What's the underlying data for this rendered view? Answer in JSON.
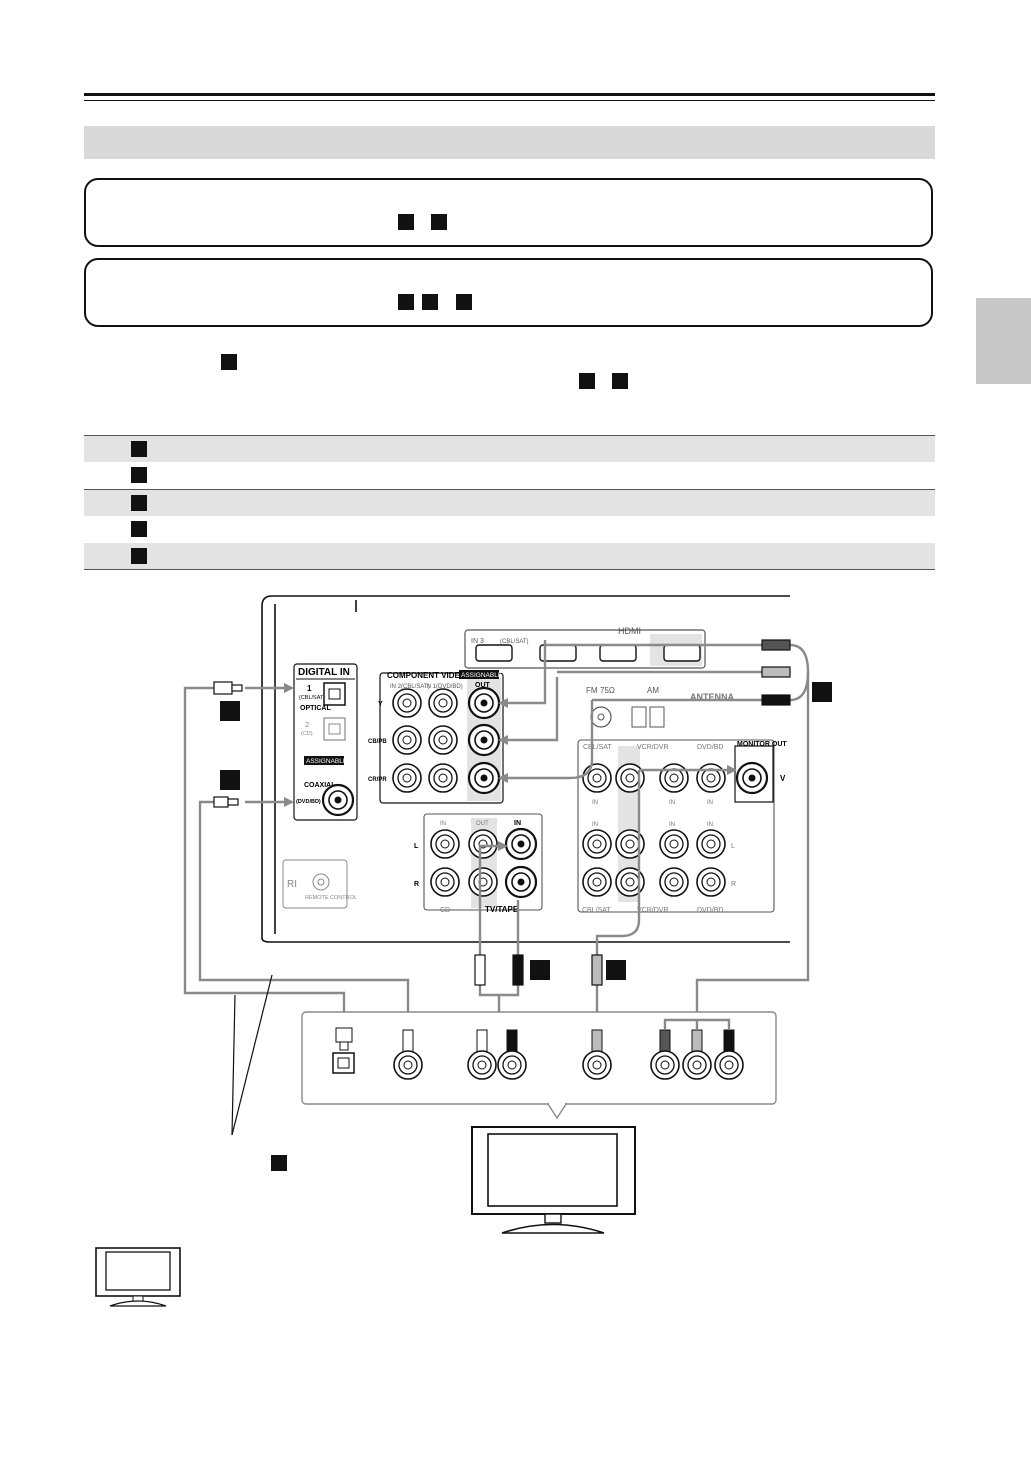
{
  "panel": {
    "digital_in": "DIGITAL IN",
    "optical_1": "1",
    "optical_1_sub": "(CBL/SAT)",
    "optical": "OPTICAL",
    "optical_2": "2",
    "optical_2_sub": "(CD)",
    "assignable": "ASSIGNABLE",
    "coaxial": "COAXIAL",
    "coaxial_sub": "(DVD/BD)",
    "component_video": "COMPONENT VIDEO",
    "component_in2": "IN 2(CBL/SAT)",
    "component_in1": "IN 1(DVD/BD)",
    "out": "OUT",
    "y": "Y",
    "cbpb": "CB/PB",
    "crpr": "CR/PR",
    "hdmi": "HDMI",
    "hdmi_in3": "IN 3",
    "hdmi_in3_sub": "(CBL/SAT)",
    "antenna": "ANTENNA",
    "fm": "FM",
    "ohm": "75Ω",
    "am": "AM",
    "cbl_sat": "CBL/SAT",
    "vcr_dvr": "VCR/DVR",
    "dvd_bd": "DVD/BD",
    "monitor_out": "MONITOR OUT",
    "v": "V",
    "in": "IN",
    "l": "L",
    "r": "R",
    "cd": "CD",
    "tv_tape": "TV/TAPE",
    "ri": "RI",
    "remote_control": "REMOTE CONTROL"
  },
  "colors": {
    "cable": "#8a8a8a",
    "bar": "#d9d9d9",
    "row_gray": "#e3e3e3",
    "ink": "#111111"
  }
}
